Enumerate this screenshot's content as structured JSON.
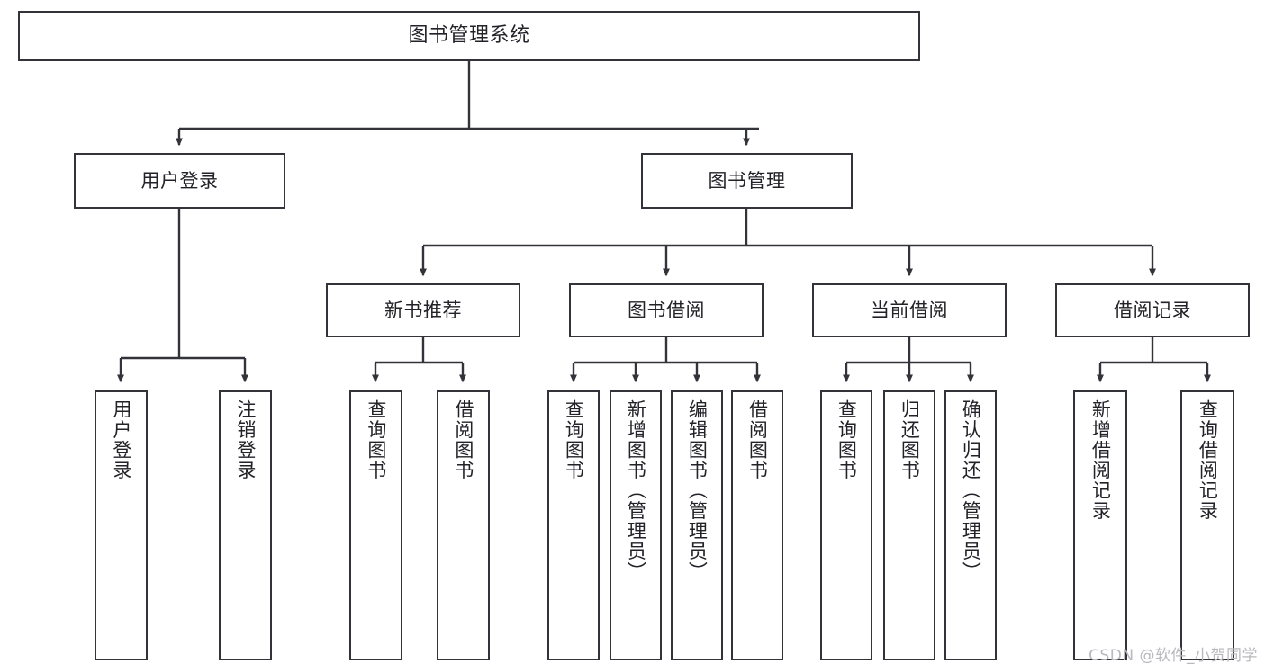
{
  "diagram": {
    "type": "tree",
    "title": "图书管理系统",
    "colors": {
      "box_border": "#33333a",
      "box_fill": "#ffffff",
      "connector": "#33333a",
      "text": "#222228",
      "watermark": "#b9b9bd",
      "background": "#ffffff"
    },
    "watermark": "CSDN @软件_小贺同学",
    "nodes": {
      "root": {
        "label": "图书管理系统"
      },
      "level2": [
        {
          "label": "用户登录"
        },
        {
          "label": "图书管理"
        }
      ],
      "level3": [
        {
          "label": "新书推荐"
        },
        {
          "label": "图书借阅"
        },
        {
          "label": "当前借阅"
        },
        {
          "label": "借阅记录"
        }
      ],
      "leaves": {
        "user_login": [
          {
            "label": "用户登录"
          },
          {
            "label": "注销登录"
          }
        ],
        "new_book_rec": [
          {
            "label": "查询图书"
          },
          {
            "label": "借阅图书"
          }
        ],
        "book_borrow": [
          {
            "label": "查询图书"
          },
          {
            "label": "新增图书（管理员）"
          },
          {
            "label": "编辑图书（管理员）"
          },
          {
            "label": "借阅图书"
          }
        ],
        "current_borrow": [
          {
            "label": "查询图书"
          },
          {
            "label": "归还图书"
          },
          {
            "label": "确认归还（管理员）"
          }
        ],
        "borrow_record": [
          {
            "label": "新增借阅记录"
          },
          {
            "label": "查询借阅记录"
          }
        ]
      }
    }
  }
}
